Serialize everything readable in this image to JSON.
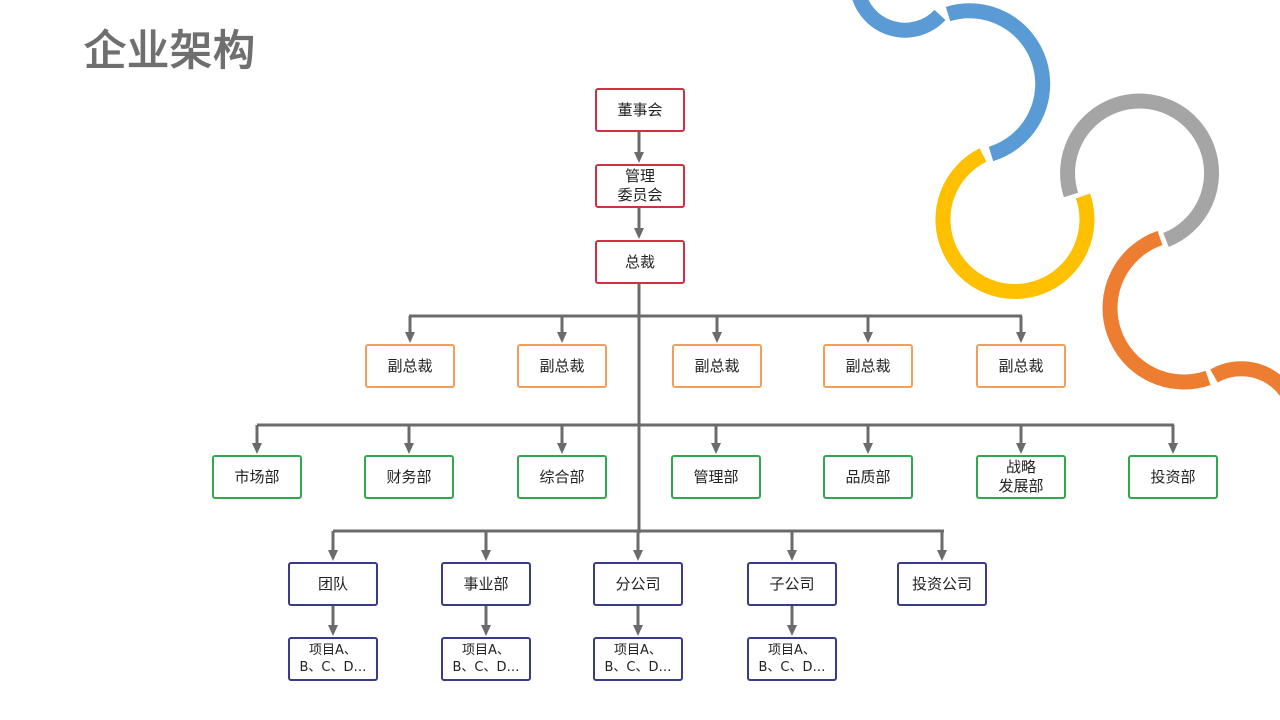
{
  "title": "企业架构",
  "colors": {
    "line": "#6b6b6b",
    "executive": "#d0303f",
    "vice": "#f0a05a",
    "department": "#2fa84f",
    "business": "#3a3a8a",
    "deco_blue": "#5b9bd5",
    "deco_yellow": "#ffc000",
    "deco_gray": "#a5a5a5",
    "deco_orange": "#ed7d31"
  },
  "chain": [
    {
      "label": "董事会"
    },
    {
      "label": "管理\n委员会"
    },
    {
      "label": "总裁"
    }
  ],
  "vice_presidents": [
    {
      "label": "副总裁"
    },
    {
      "label": "副总裁"
    },
    {
      "label": "副总裁"
    },
    {
      "label": "副总裁"
    },
    {
      "label": "副总裁"
    }
  ],
  "departments": [
    {
      "label": "市场部"
    },
    {
      "label": "财务部"
    },
    {
      "label": "综合部"
    },
    {
      "label": "管理部"
    },
    {
      "label": "品质部"
    },
    {
      "label": "战略\n发展部"
    },
    {
      "label": "投资部"
    }
  ],
  "units": [
    {
      "label": "团队"
    },
    {
      "label": "事业部"
    },
    {
      "label": "分公司"
    },
    {
      "label": "子公司"
    },
    {
      "label": "投资公司"
    }
  ],
  "projects": [
    {
      "label": "项目A、\nB、C、D…"
    },
    {
      "label": "项目A、\nB、C、D…"
    },
    {
      "label": "项目A、\nB、C、D…"
    },
    {
      "label": "项目A、\nB、C、D…"
    }
  ]
}
